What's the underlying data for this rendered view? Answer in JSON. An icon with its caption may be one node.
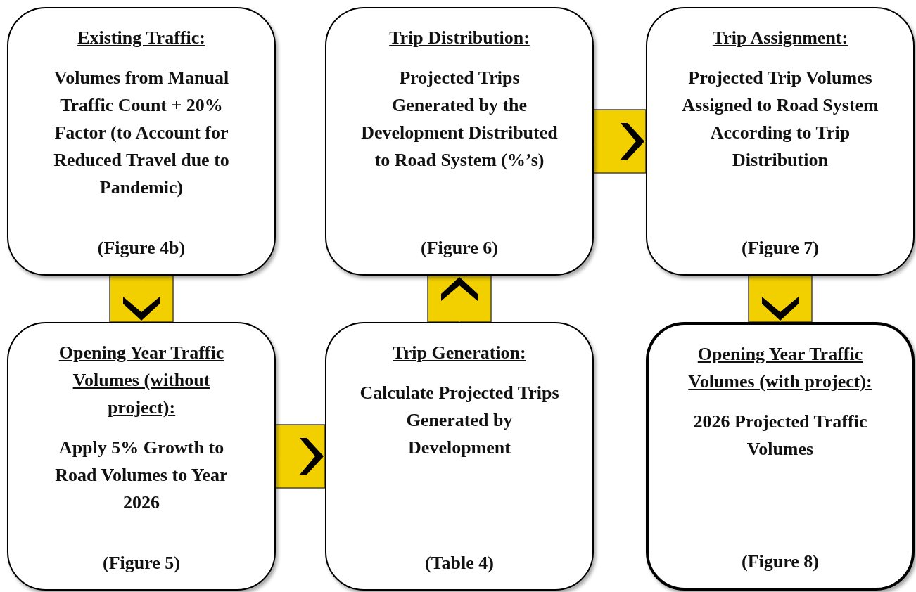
{
  "diagram": {
    "nodes": [
      {
        "text": [
          "Existing Traffic:",
          "Volumes from Manual Traffic Count + 20% Factor (to Account for Reduced Travel due to Pandemic)",
          "(Figure 4b)"
        ]
      },
      {
        "text": [
          "Trip Distribution:",
          "Projected Trips Generated by the Development Distributed to Road System (%’s)",
          "(Figure 6)"
        ]
      },
      {
        "text": [
          "Trip Assignment:",
          "Projected Trip Volumes Assigned to Road System According to Trip Distribution",
          "(Figure 7)"
        ]
      },
      {
        "text": [
          "Opening Year Traffic Volumes (without project):",
          "Apply 5% Growth to Road Volumes to Year 2026",
          "(Figure 5)"
        ]
      },
      {
        "text": [
          "Trip Generation:",
          "Calculate Projected Trips Generated by Development",
          "(Table 4)"
        ]
      },
      {
        "text": [
          "Opening Year Traffic Volumes (with project):",
          "2026 Projected Traffic Volumes",
          "(Figure 8)"
        ]
      }
    ],
    "edges": [
      {
        "from": 0,
        "to": 3,
        "arrow": "to"
      },
      {
        "from": 3,
        "to": 4,
        "arrow": "to"
      },
      {
        "from": 4,
        "to": 1,
        "arrow": "to"
      },
      {
        "from": 1,
        "to": 2,
        "arrow": "to"
      },
      {
        "from": 2,
        "to": 5,
        "arrow": "to"
      }
    ]
  }
}
